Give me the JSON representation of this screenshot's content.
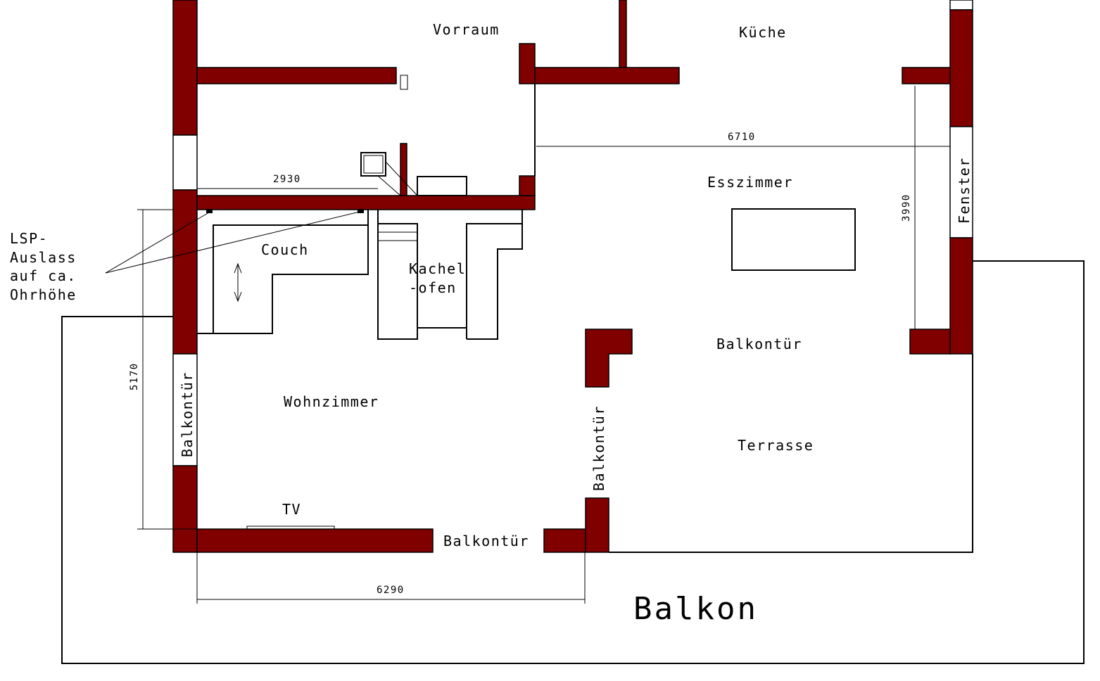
{
  "colors": {
    "wall": "#800000"
  },
  "rooms": {
    "vorraum": "Vorraum",
    "kueche": "Küche",
    "esszimmer": "Esszimmer",
    "wohnzimmer": "Wohnzimmer",
    "terrasse": "Terrasse",
    "balkon": "Balkon"
  },
  "furniture": {
    "couch": "Couch",
    "kachel1": "Kachel",
    "kachel2": "-ofen",
    "tv": "TV"
  },
  "doors": {
    "left": "Balkontür",
    "middle": "Balkontür",
    "bottom": "Balkontür",
    "right": "Balkontür"
  },
  "window": "Fenster",
  "note": [
    "LSP-",
    "Auslass",
    "auf ca.",
    "Ohrhöhe"
  ],
  "dimensions": {
    "d2930": "2930",
    "d6710": "6710",
    "d3990": "3990",
    "d5170": "5170",
    "d6290": "6290"
  }
}
